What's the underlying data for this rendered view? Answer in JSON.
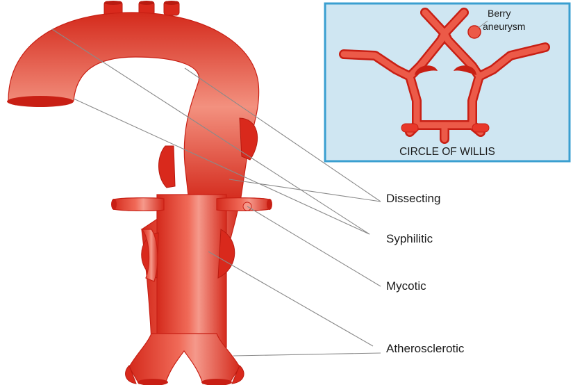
{
  "colors": {
    "vessel": "#e8382a",
    "vessel_highlight": "#f7a79a",
    "vessel_dark": "#c81f14",
    "inset_bg": "#cfe6f2",
    "inset_border": "#3a9fd0",
    "pointer_line": "#8a8a8a"
  },
  "labels": {
    "dissecting": "Dissecting",
    "syphilitic": "Syphilitic",
    "mycotic": "Mycotic",
    "atherosclerotic": "Atherosclerotic"
  },
  "inset": {
    "title": "CIRCLE OF WILLIS",
    "berry_line1": "Berry",
    "berry_line2": "aneurysm"
  }
}
